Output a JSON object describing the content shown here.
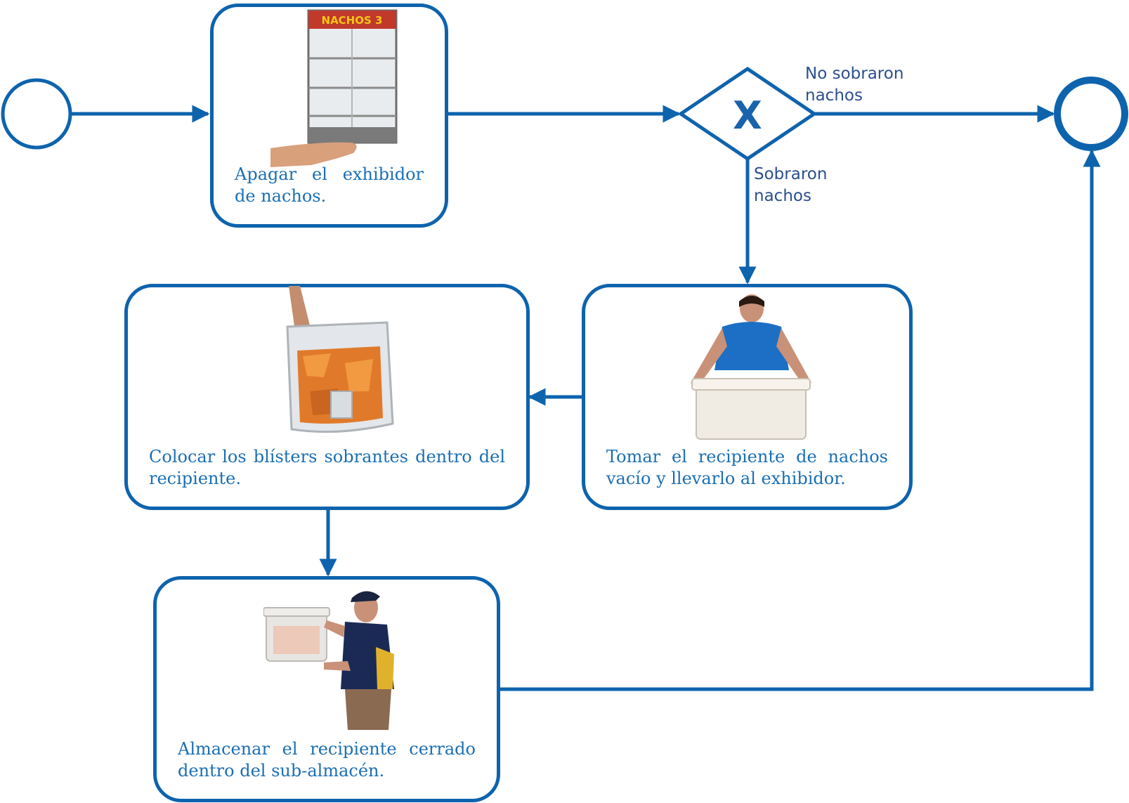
{
  "colors": {
    "stroke": "#0e63ad",
    "text": "#1b6fb3",
    "flow_label": "#2b4f8c"
  },
  "events": {
    "start": "start-event",
    "end": "end-event"
  },
  "gateway": {
    "symbol": "X"
  },
  "tasks": [
    {
      "label": "Apagar el exhibidor de nachos.",
      "image": "nacho-display-cabinet",
      "sign_text": "NACHOS 3"
    },
    {
      "label": "Tomar el recipiente de nachos vacío y llevarlo al exhibidor.",
      "image": "worker-carrying-empty-container"
    },
    {
      "label": "Colocar los blísters sobrantes dentro del recipiente.",
      "image": "hand-placing-nachos-in-container"
    },
    {
      "label": "Almacenar el recipiente cerrado dentro del sub-almacén.",
      "image": "worker-holding-closed-container"
    }
  ],
  "flows": {
    "no_leftovers": "No sobraron\nnachos",
    "leftovers": "Sobraron\nnachos"
  }
}
